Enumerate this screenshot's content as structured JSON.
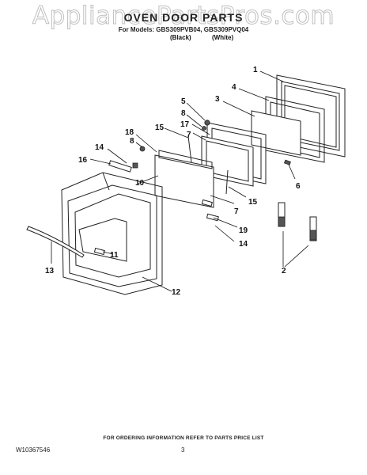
{
  "watermark": "AppliancePartsPros.com",
  "header": {
    "title": "OVEN DOOR PARTS",
    "models": "For Models: GBS309PVB04, GBS309PVQ04",
    "variant_black": "(Black)",
    "variant_white": "(White)"
  },
  "callouts": {
    "c1": "1",
    "c2": "2",
    "c3": "3",
    "c4": "4",
    "c5": "5",
    "c6": "6",
    "c7a": "7",
    "c7b": "7",
    "c8a": "8",
    "c8b": "8",
    "c10": "10",
    "c11": "11",
    "c12": "12",
    "c13": "13",
    "c14a": "14",
    "c14b": "14",
    "c15a": "15",
    "c15b": "15",
    "c16": "16",
    "c17": "17",
    "c18": "18",
    "c19": "19"
  },
  "footer": {
    "note": "FOR ORDERING INFORMATION REFER TO PARTS PRICE LIST",
    "doc_number": "W10367546",
    "page_number": "3"
  },
  "colors": {
    "line": "#222222",
    "watermark": "#b9b9b9",
    "background": "#ffffff"
  }
}
